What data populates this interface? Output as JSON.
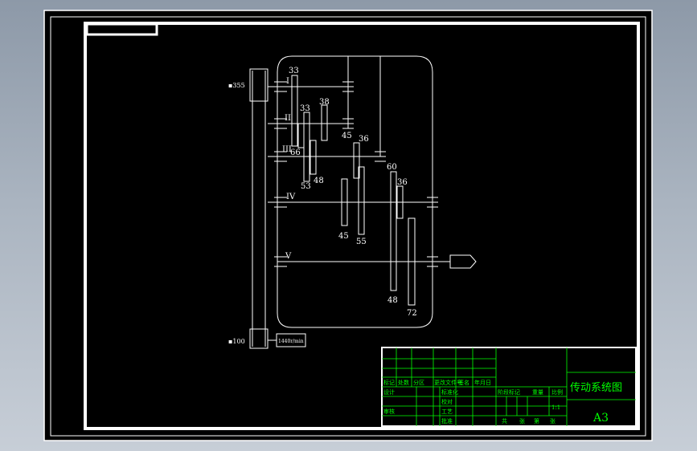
{
  "labels": {
    "speed_input": "355",
    "speed_motor": "100",
    "motor_text": "1440r/min",
    "title": "传动系统图",
    "sheet_size": "A3",
    "scale": "1:1"
  },
  "shafts": [
    {
      "roman": "I"
    },
    {
      "roman": "II"
    },
    {
      "roman": "III"
    },
    {
      "roman": "IV"
    },
    {
      "roman": "V"
    }
  ],
  "gear_teeth": [
    {
      "teeth": "33"
    },
    {
      "teeth": "33"
    },
    {
      "teeth": "38"
    },
    {
      "teeth": "45"
    },
    {
      "teeth": "36"
    },
    {
      "teeth": "66"
    },
    {
      "teeth": "53"
    },
    {
      "teeth": "48"
    },
    {
      "teeth": "60"
    },
    {
      "teeth": "36"
    },
    {
      "teeth": "45"
    },
    {
      "teeth": "55"
    },
    {
      "teeth": "48"
    },
    {
      "teeth": "72"
    }
  ],
  "title_block": {
    "row1": [
      "标记",
      "处数",
      "分区",
      "更改文件号",
      "签名",
      "年月日"
    ],
    "row2a": "设计",
    "row2b": "标准化",
    "row2c": "阶段标记",
    "row2d": "重量",
    "row2e": "比例",
    "row3a": "校对",
    "row4a": "审核",
    "row4b": "工艺",
    "row4c": "批准",
    "row5": [
      "共",
      "张",
      "第",
      "张"
    ]
  },
  "colors": {
    "line": "#ffffff",
    "frame": "#ffffff",
    "background": "#000000",
    "title_text": "#00ff00",
    "grid": "#00ff00"
  }
}
